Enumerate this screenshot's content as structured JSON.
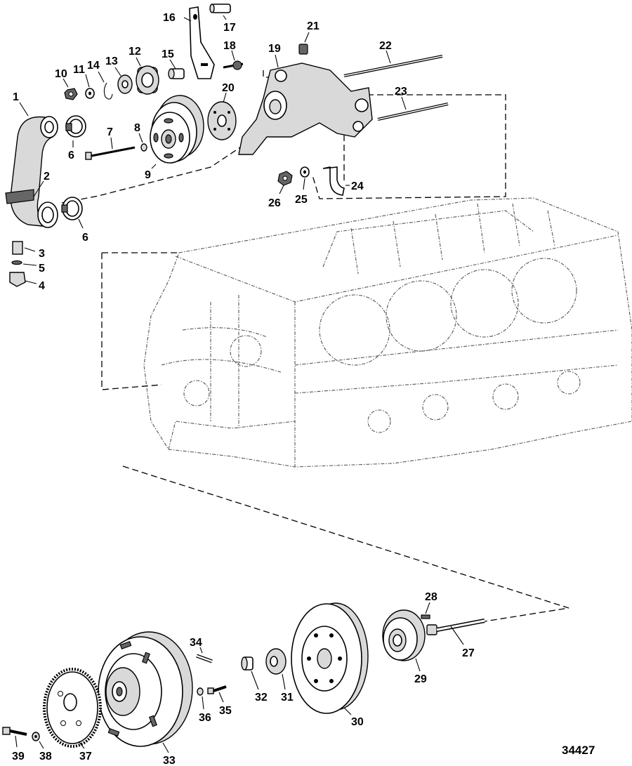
{
  "figure_id": "34427",
  "callouts": [
    "1",
    "2",
    "3",
    "4",
    "5",
    "6",
    "7",
    "8",
    "9",
    "10",
    "11",
    "12",
    "13",
    "14",
    "15",
    "16",
    "17",
    "18",
    "19",
    "20",
    "21",
    "22",
    "23",
    "24",
    "25",
    "26",
    "27",
    "28",
    "29",
    "30",
    "31",
    "32",
    "33",
    "34",
    "35",
    "36",
    "37",
    "38",
    "39"
  ]
}
